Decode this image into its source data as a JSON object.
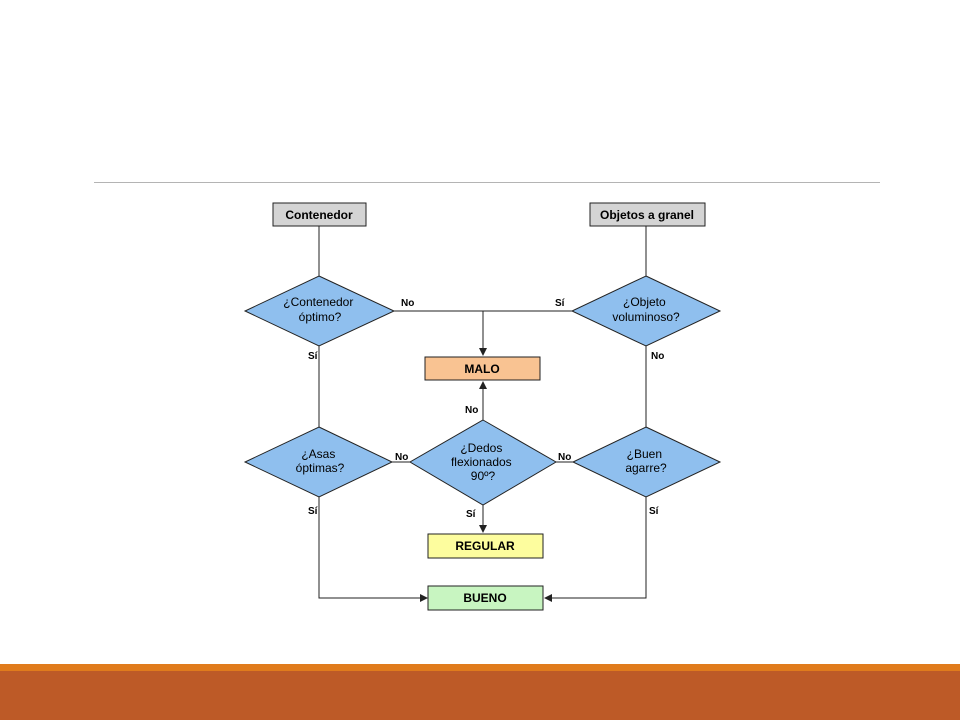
{
  "colors": {
    "rule": "#b4b4b4",
    "footer_thin": "#e07b1c",
    "footer_thick": "#bd5a27",
    "start_fill": "#d4d4d4",
    "decision_fill": "#8fbfee",
    "malo_fill": "#f9c392",
    "regular_fill": "#fdfd9e",
    "bueno_fill": "#c8f5c1",
    "stroke": "#222222"
  },
  "nodes": {
    "contenedor": "Contenedor",
    "objetos": "Objetos a granel",
    "malo": "MALO",
    "regular": "REGULAR",
    "bueno": "BUENO"
  },
  "decisions": {
    "contenedor_optimo": [
      "¿Contenedor",
      "óptimo?"
    ],
    "objeto_voluminoso": [
      "¿Objeto",
      "voluminoso?"
    ],
    "asas_optimas": [
      "¿Asas",
      "óptimas?"
    ],
    "dedos_flexionados": [
      "¿Dedos",
      "flexionados",
      "90º?"
    ],
    "buen_agarre": [
      "¿Buen",
      "agarre?"
    ]
  },
  "edge_labels": {
    "no": "No",
    "si": "Sí"
  }
}
